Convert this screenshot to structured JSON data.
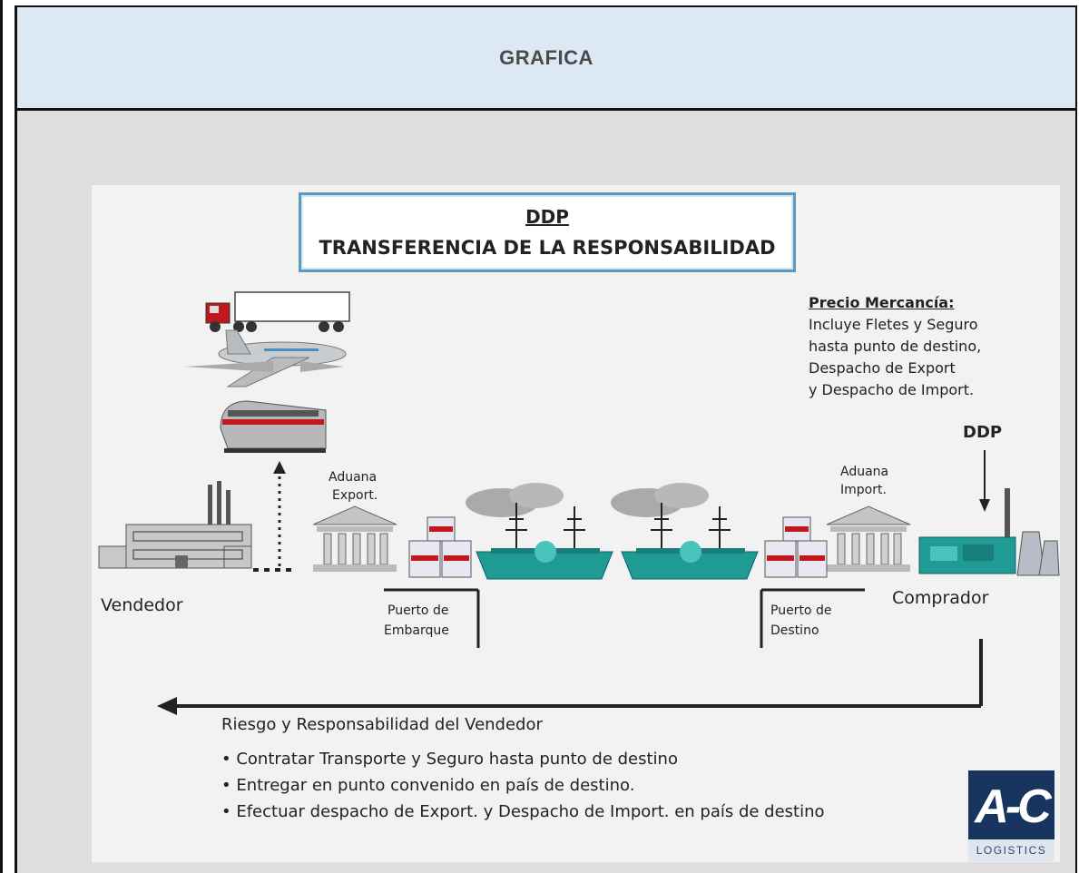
{
  "header": {
    "title": "GRAFICA"
  },
  "diagram": {
    "title_code": "DDP",
    "title_main": "TRANSFERENCIA DE LA RESPONSABILIDAD",
    "price": {
      "heading": "Precio Mercancía:",
      "lines": [
        "Incluye Fletes y Seguro",
        "hasta punto de destino,",
        "Despacho de Export",
        "y Despacho de Import."
      ]
    },
    "ddp_marker": "DDP",
    "aduana_export": [
      "Aduana",
      "Export."
    ],
    "aduana_import": [
      "Aduana",
      "Import."
    ],
    "seller": "Vendedor",
    "buyer": "Comprador",
    "port_origin": [
      "Puerto de",
      "Embarque"
    ],
    "port_destination": [
      "Puerto de",
      "Destino"
    ],
    "risk_heading": "Riesgo y Responsabilidad del Vendedor",
    "obligations": [
      "Contratar Transporte y Seguro hasta punto de destino",
      "Entregar en punto convenido en país de destino.",
      "Efectuar despacho de Export. y Despacho de Import. en país de destino"
    ],
    "logo": {
      "mark": "A-C",
      "text": "LOGISTICS"
    }
  },
  "colors": {
    "header_bg": "#dce8f4",
    "panel_bg": "#dedede",
    "slide_bg": "#f2f2f2",
    "title_border": "#5e97c0",
    "ship": "#1f9a95",
    "logo_bg": "#17355e"
  }
}
